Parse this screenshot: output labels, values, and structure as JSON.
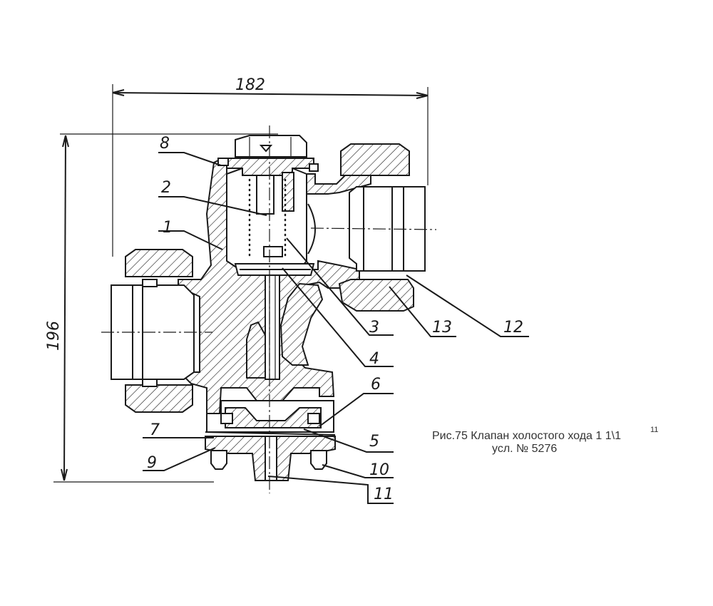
{
  "dimensions": {
    "width_label": "182",
    "height_label": "196"
  },
  "callouts": [
    "1",
    "2",
    "3",
    "4",
    "5",
    "6",
    "7",
    "8",
    "9",
    "10",
    "11",
    "12",
    "13"
  ],
  "caption": {
    "line1": "Рис.75 Клапан холостого хода 1 1\\1",
    "line1_sup": "11",
    "line2": "усл. № 5276"
  }
}
